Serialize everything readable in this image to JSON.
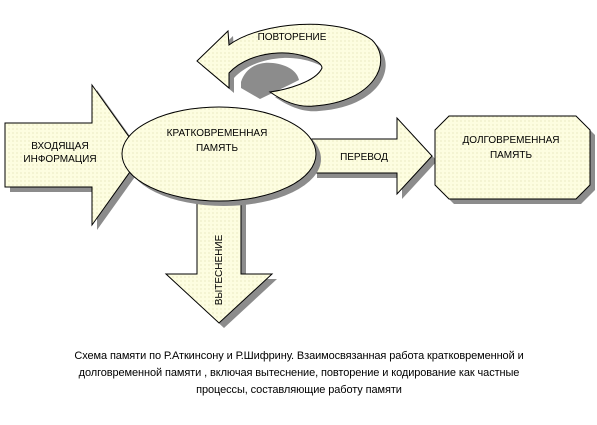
{
  "diagram": {
    "input_arrow": {
      "line1": "ВХОДЯЩАЯ",
      "line2": "ИНФОРМАЦИЯ"
    },
    "short_term": {
      "line1": "КРАТКОВРЕМЕННАЯ",
      "line2": "ПАМЯТЬ"
    },
    "repeat_label": "ПОВТОРЕНИЕ",
    "transfer_label": "ПЕРЕВОД",
    "long_term": {
      "line1": "ДОЛГОВРЕМЕННАЯ",
      "line2": "ПАМЯТЬ"
    },
    "displacement_label": "ВЫТЕСНЕНИЕ"
  },
  "caption": {
    "line1": "Схема памяти по Р.Аткинсону и Р.Шифрину. Взаимосвязанная работа кратковременной и",
    "line2": "долговременной  памяти , включая вытеснение, повторение  и кодирование как частные",
    "line3": "процессы,  составляющие работу памяти"
  },
  "colors": {
    "fill": "#fdfde0",
    "stroke": "#000000",
    "shadow": "#8c8c8c"
  }
}
